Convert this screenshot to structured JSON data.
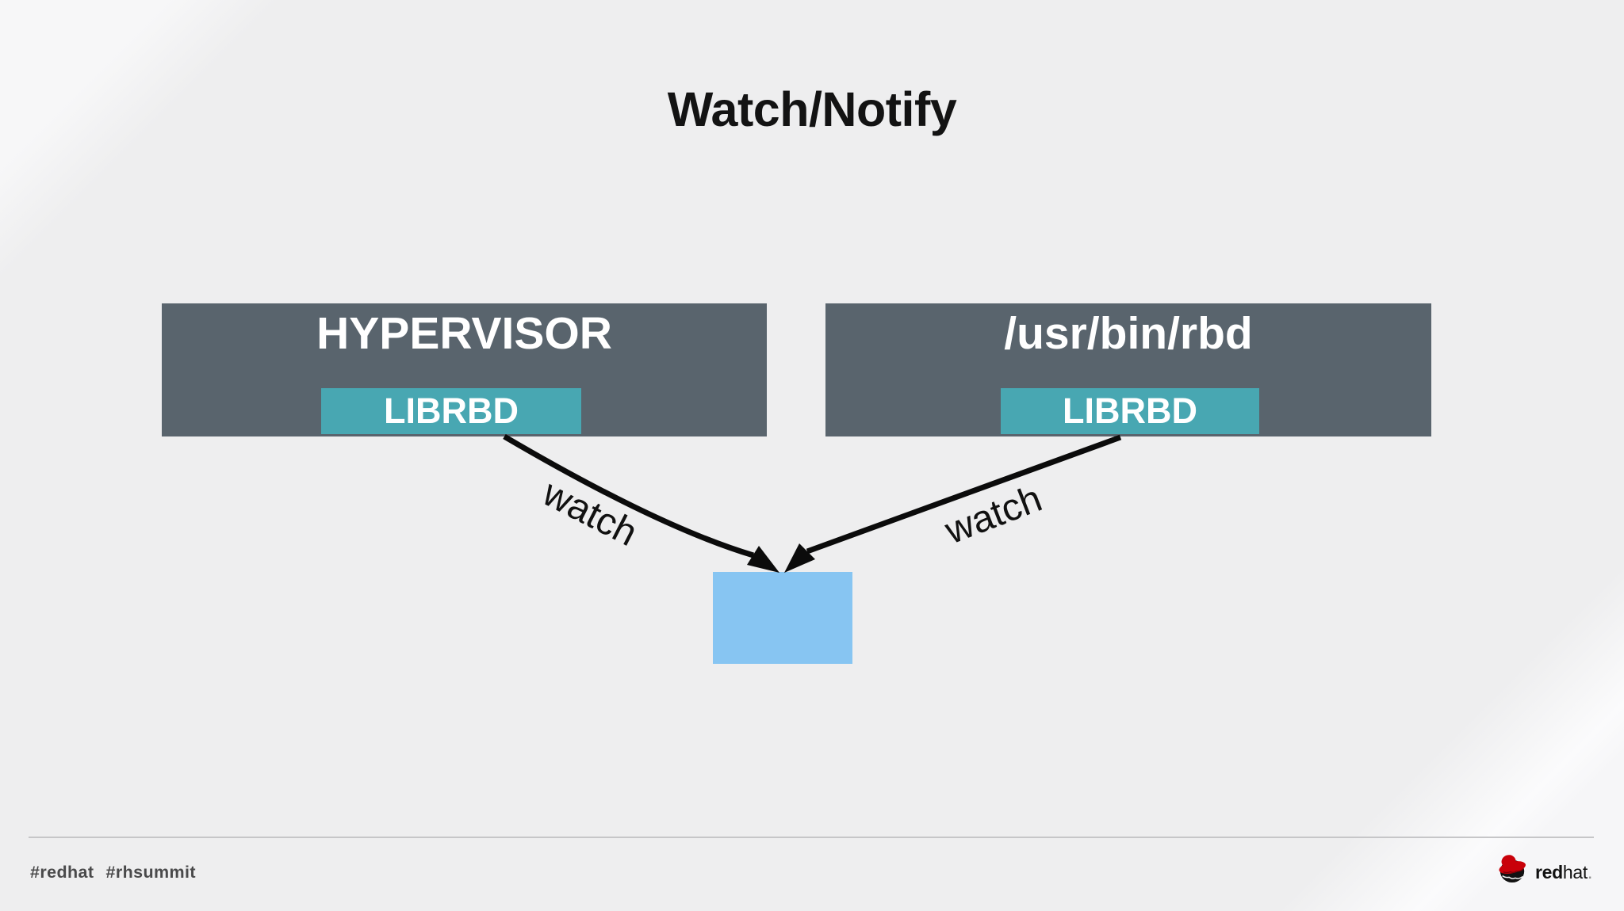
{
  "slide": {
    "title": "Watch/Notify"
  },
  "diagram": {
    "left_node": {
      "label": "HYPERVISOR",
      "sublabel": "LIBRBD"
    },
    "right_node": {
      "label": "/usr/bin/rbd",
      "sublabel": "LIBRBD"
    },
    "edges": [
      {
        "label": "watch"
      },
      {
        "label": "watch"
      }
    ],
    "target_node_label": ""
  },
  "footer": {
    "hashtags": [
      "#redhat",
      "#rhsummit"
    ],
    "logo": {
      "red": "red",
      "hat": "hat",
      "period": "."
    }
  },
  "colors": {
    "background": "#eeeeef",
    "background_highlight": "#f7f7f8",
    "node_fill": "#59646d",
    "subnode_fill": "#48a7b2",
    "target_fill": "#87c5f2",
    "arrow": "#0b0b0b",
    "divider": "#c6c6c8",
    "footer_text": "#4a4a4b",
    "logo_red": "#c9010a",
    "title_text": "#131313"
  }
}
